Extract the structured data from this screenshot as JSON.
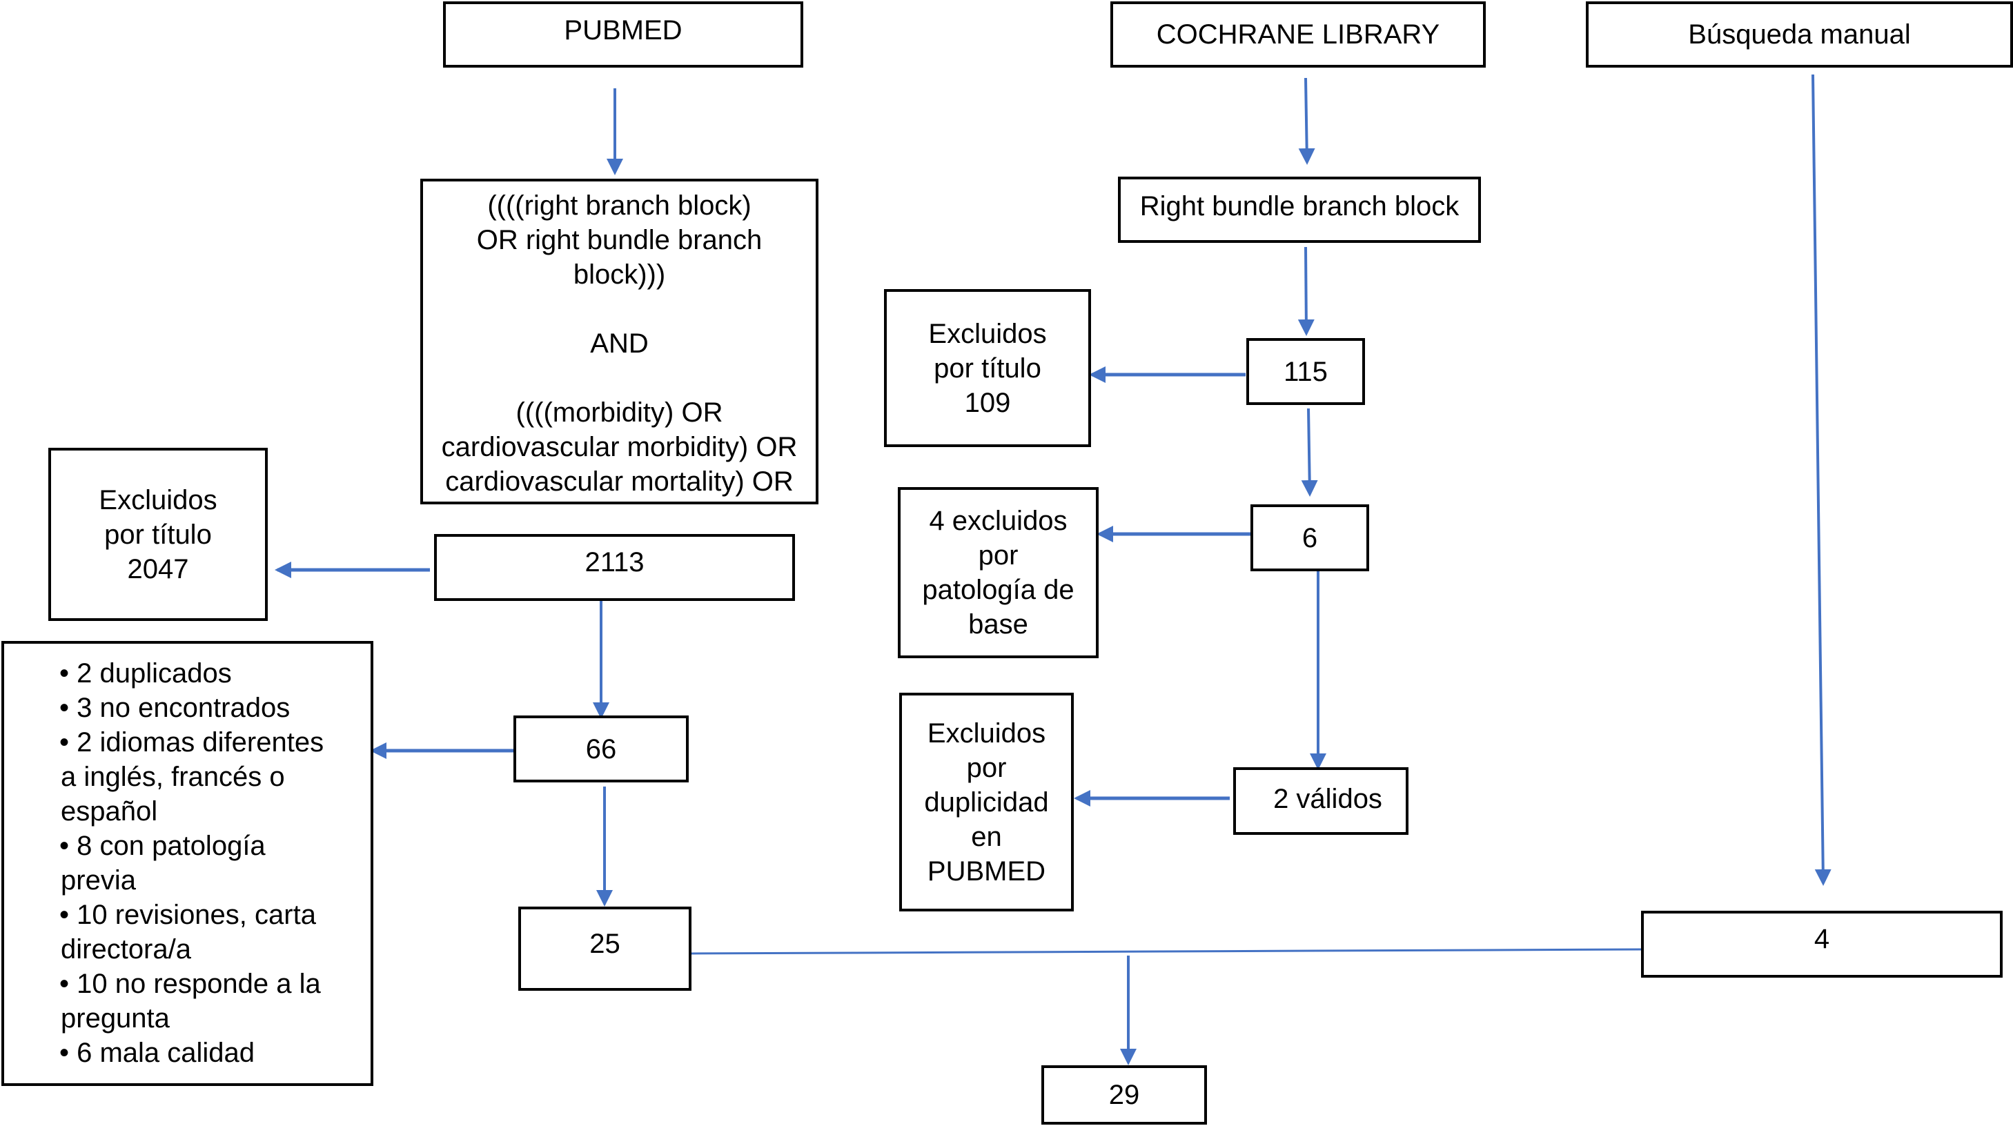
{
  "diagram": {
    "type": "flowchart",
    "arrow_color": "#4472C4",
    "sources": {
      "pubmed": "PUBMED",
      "cochrane": "COCHRANE LIBRARY",
      "manual": "Búsqueda manual"
    },
    "pubmed_query": [
      "((((right branch block)",
      "OR right bundle branch",
      "block)))",
      "",
      "AND",
      "",
      "((((morbidity) OR",
      "cardiovascular morbidity) OR",
      "cardiovascular mortality) OR"
    ],
    "pubmed_excluded_title": [
      "Excluidos",
      "por título",
      "2047"
    ],
    "pubmed_2113": "2113",
    "pubmed_66": "66",
    "pubmed_25": "25",
    "pubmed_exclusions": [
      "• 2 duplicados",
      "• 3 no encontrados",
      "• 2 idiomas diferentes",
      "a inglés, francés o",
      "español",
      "• 8 con patología",
      "previa",
      "• 10 revisiones, carta",
      "directora/a",
      "• 10 no responde a la",
      "pregunta",
      "• 6 mala calidad"
    ],
    "cochrane_query": "Right bundle branch block",
    "cochrane_115": "115",
    "cochrane_excluded_title": [
      "Excluidos",
      "por título",
      "109"
    ],
    "cochrane_6": "6",
    "cochrane_excluded_pathology": [
      "4 excluidos",
      "por",
      "patología de",
      "base"
    ],
    "cochrane_valid": "2 válidos",
    "cochrane_excluded_duplicate": [
      "Excluidos",
      "por",
      "duplicidad",
      "en",
      "PUBMED"
    ],
    "manual_4": "4",
    "total_29": "29"
  }
}
